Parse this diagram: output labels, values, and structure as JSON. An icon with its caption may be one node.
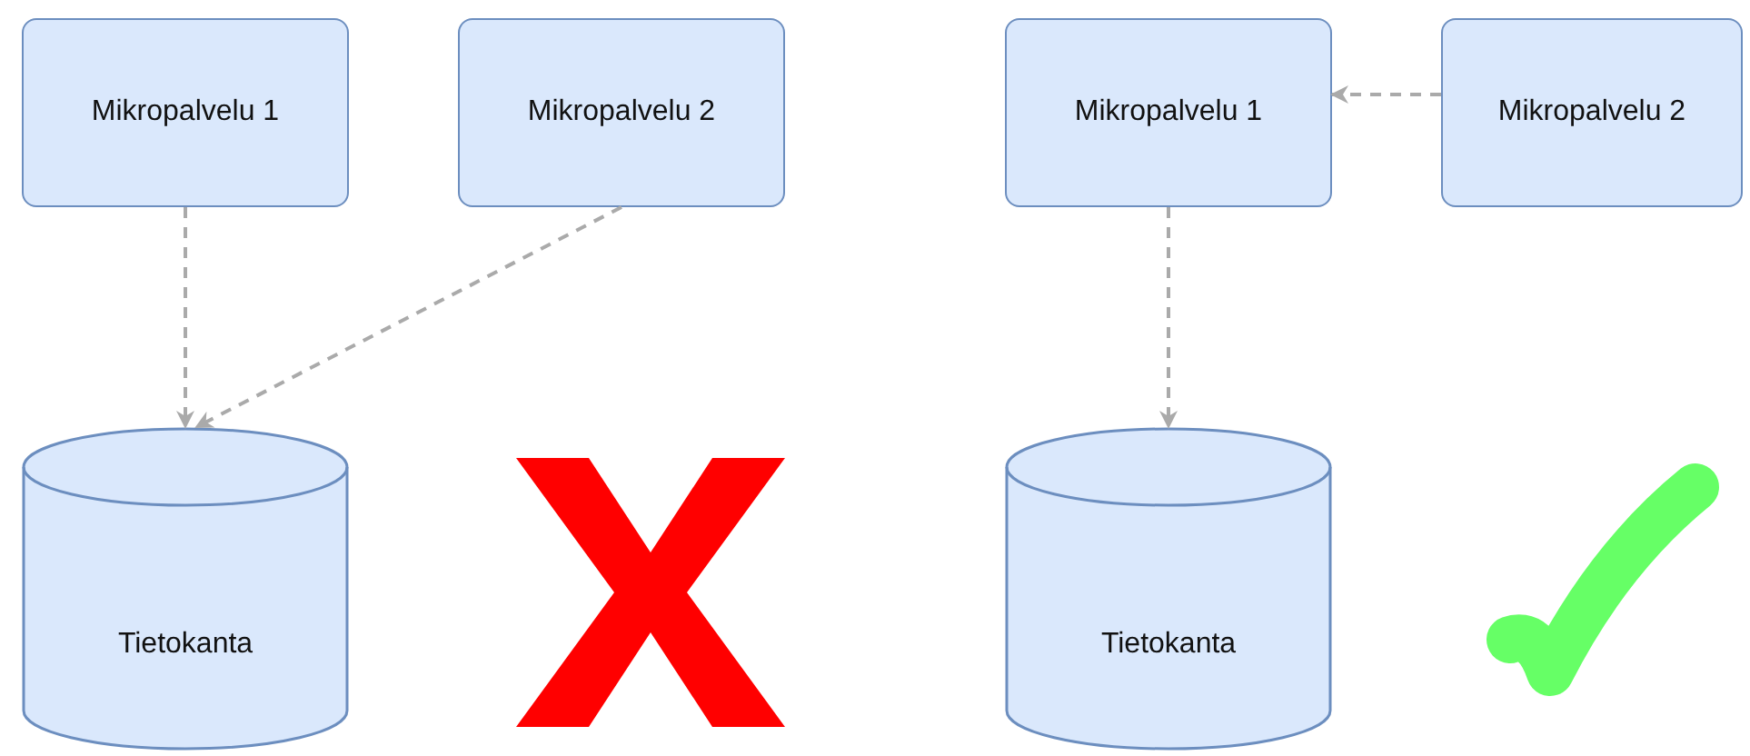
{
  "diagram": {
    "nodes": [
      {
        "text": [
          "Mikropalvelu 1"
        ]
      },
      {
        "text": [
          "Mikropalvelu 2"
        ]
      },
      {
        "text": [
          "Mikropalvelu 1"
        ]
      },
      {
        "text": [
          "Mikropalvelu 2"
        ]
      },
      {
        "text": [
          "Tietokanta"
        ]
      },
      {
        "text": [],
        "shape": "cross"
      },
      {
        "text": [
          "Tietokanta"
        ]
      },
      {
        "text": [],
        "shape": "checkmark"
      }
    ],
    "edges": [
      {
        "from": 0,
        "to": 4,
        "arrow": "to",
        "style": "dashed"
      },
      {
        "from": 1,
        "to": 4,
        "arrow": "to",
        "style": "dashed"
      },
      {
        "from": 3,
        "to": 2,
        "arrow": "to",
        "style": "dashed"
      },
      {
        "from": 2,
        "to": 6,
        "arrow": "to",
        "style": "dashed"
      }
    ]
  }
}
